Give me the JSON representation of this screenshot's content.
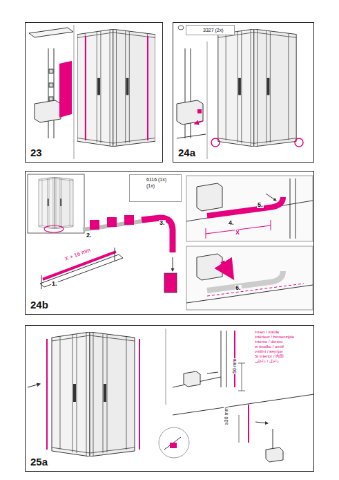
{
  "diagram": {
    "nodes": [
      {
        "text": [
          "23"
        ]
      },
      {
        "text": [
          "24a"
        ]
      },
      {
        "text": [
          "3327 (2x)"
        ],
        "in": 1
      },
      {
        "text": [
          "24b"
        ]
      },
      {
        "text": [
          "6116 (1x)",
          "(1x)"
        ],
        "in": 3
      },
      {
        "text": [
          "25a"
        ]
      }
    ],
    "labels": [
      "1.",
      "X + 16 mm",
      "2.",
      "3.",
      "4.",
      "5.",
      "X",
      "6.",
      "innen / inside",
      "intérieur / binnenzijde",
      "interno / dentro",
      "w środku / umitř",
      "vnitřní / внутри",
      "Si interior / 內部",
      "داخل / داخلی",
      "50 mm",
      "≥30 mm"
    ]
  }
}
